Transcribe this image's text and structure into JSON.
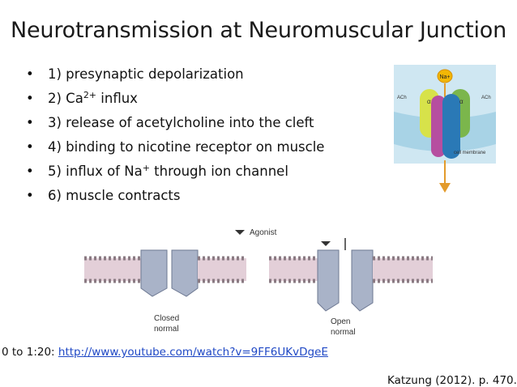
{
  "slide": {
    "title": "Neurotransmission at Neuromuscular Junction",
    "bullets": [
      {
        "pre": "1) presynaptic depolarization",
        "sup": "",
        "post": ""
      },
      {
        "pre": "2) Ca",
        "sup": "2+",
        "post": " influx"
      },
      {
        "pre": "3) release of acetylcholine into the cleft",
        "sup": "",
        "post": ""
      },
      {
        "pre": "4) binding to nicotine receptor on muscle",
        "sup": "",
        "post": ""
      },
      {
        "pre": "5) influx of Na",
        "sup": "+",
        "post": " through ion channel"
      },
      {
        "pre": "6) muscle contracts",
        "sup": "",
        "post": ""
      }
    ],
    "bullet_symbol": "•"
  },
  "receptor_figure": {
    "ion_label": "Na+",
    "left_label": "ACh",
    "right_label": "ACh",
    "left_subunit": "α",
    "right_subunit": "α",
    "membrane_label": "cell membrane"
  },
  "channel_figure": {
    "legend_label": "Agonist",
    "closed_label_1": "Closed",
    "closed_label_2": "normal",
    "open_label_1": "Open",
    "open_label_2": "normal"
  },
  "footer": {
    "link_prefix": "0 to 1:20: ",
    "link_text": "http://www.youtube.com/watch?v=9FF6UKvDgeE",
    "citation": "Katzung (2012). p. 470."
  }
}
